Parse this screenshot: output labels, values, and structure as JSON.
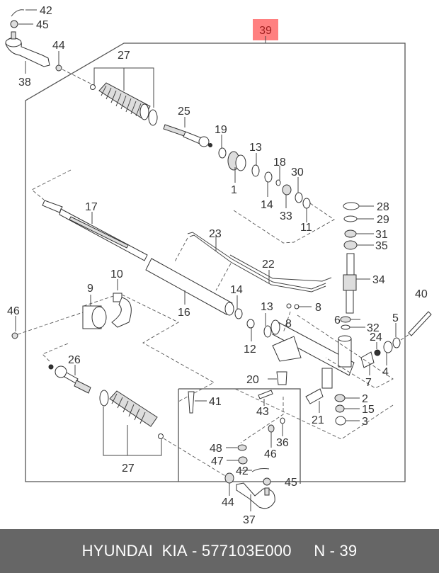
{
  "diagram": {
    "title_badge": "39",
    "badge_color": "#ff8080",
    "labels": {
      "p1": "1",
      "p2": "2",
      "p3": "3",
      "p4": "4",
      "p5": "5",
      "p6": "6",
      "p7": "7",
      "p8a": "8",
      "p8b": "8",
      "p9": "9",
      "p10": "10",
      "p11": "11",
      "p12": "12",
      "p13a": "13",
      "p13b": "13",
      "p14a": "14",
      "p14b": "14",
      "p15": "15",
      "p16": "16",
      "p17": "17",
      "p18": "18",
      "p19": "19",
      "p20": "20",
      "p21": "21",
      "p22": "22",
      "p23": "23",
      "p24": "24",
      "p25": "25",
      "p26": "26",
      "p27a": "27",
      "p27b": "27",
      "p28": "28",
      "p29": "29",
      "p30": "30",
      "p31": "31",
      "p32": "32",
      "p33": "33",
      "p34": "34",
      "p35": "35",
      "p36": "36",
      "p37": "37",
      "p38": "38",
      "p40": "40",
      "p41": "41",
      "p42a": "42",
      "p42b": "42",
      "p43": "43",
      "p44a": "44",
      "p44b": "44",
      "p45a": "45",
      "p45b": "45",
      "p46a": "46",
      "p46b": "46",
      "p47": "47",
      "p48": "48"
    }
  },
  "footer": {
    "brand": "HYUNDAI  KIA",
    "separator": " - ",
    "part_number": "577103E000",
    "page": "N - 39",
    "background": "#666666"
  }
}
